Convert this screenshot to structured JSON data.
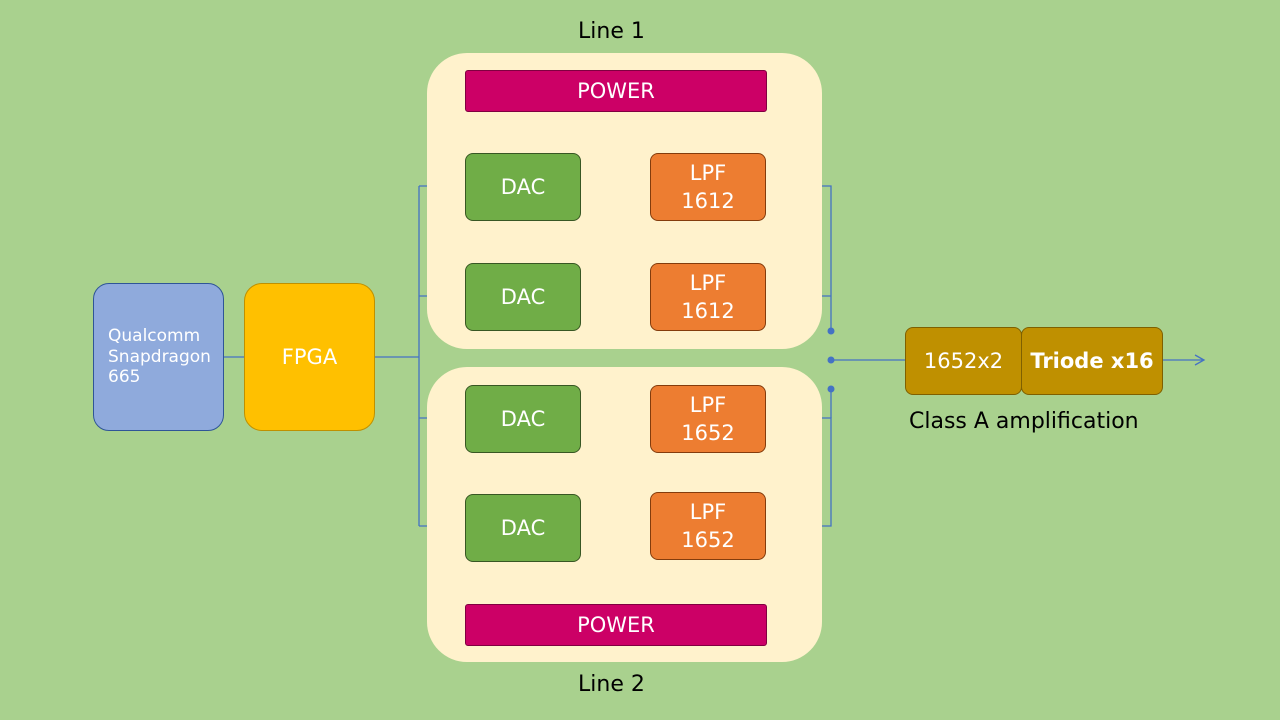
{
  "line1": {
    "title": "Line 1",
    "power": "POWER",
    "dac": [
      "DAC",
      "DAC"
    ],
    "lpf": [
      {
        "name": "LPF",
        "model": "1612"
      },
      {
        "name": "LPF",
        "model": "1612"
      }
    ]
  },
  "line2": {
    "title": "Line 2",
    "power": "POWER",
    "dac": [
      "DAC",
      "DAC"
    ],
    "lpf": [
      {
        "name": "LPF",
        "model": "1652"
      },
      {
        "name": "LPF",
        "model": "1652"
      }
    ]
  },
  "soc": {
    "line1": "Qualcomm",
    "line2": "Snapdragon",
    "line3": "665"
  },
  "fpga": "FPGA",
  "amplifier": {
    "stage1": "1652x2",
    "stage2": "Triode x16",
    "caption": "Class A amplification"
  },
  "colors": {
    "background": "#a9d18e",
    "panel": "#fff2cc",
    "power": "#cc0066",
    "dac": "#70ad47",
    "lpf": "#ed7d31",
    "fpga": "#ffc000",
    "soc": "#8faadc",
    "amp": "#bf9000",
    "signal_wire": "#4472c4",
    "power_wire": "#ff0000"
  }
}
